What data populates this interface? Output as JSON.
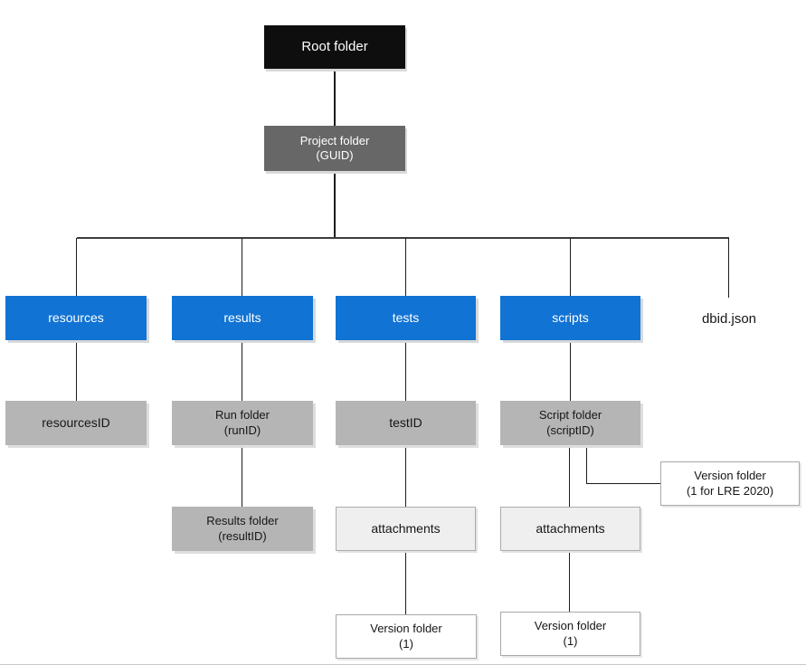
{
  "diagram": {
    "description": "Folder structure tree diagram",
    "colors": {
      "root_bg": "#0e0e0e",
      "project_bg": "#676767",
      "blue_bg": "#1173d4",
      "gray_bg": "#b5b5b5",
      "light_bg": "#efefef",
      "white_bg": "#ffffff",
      "line": "#1c1c1c",
      "text_on_dark": "#ffffff",
      "text_on_light": "#161616"
    },
    "nodes": {
      "root_folder": {
        "label": "Root folder"
      },
      "project_folder": {
        "label": "Project folder",
        "sub": "(GUID)"
      },
      "resources": {
        "label": "resources"
      },
      "results": {
        "label": "results"
      },
      "tests": {
        "label": "tests"
      },
      "scripts": {
        "label": "scripts"
      },
      "dbid_json": {
        "label": "dbid.json"
      },
      "resources_id": {
        "label": "resourcesID"
      },
      "run_folder": {
        "label": "Run folder",
        "sub": "(runID)"
      },
      "test_id": {
        "label": "testID"
      },
      "script_folder": {
        "label": "Script folder",
        "sub": "(scriptID)"
      },
      "version_folder_lre": {
        "label": "Version folder",
        "sub": "(1 for LRE 2020)"
      },
      "results_folder": {
        "label": "Results folder",
        "sub": "(resultID)"
      },
      "attachments_tests": {
        "label": "attachments"
      },
      "attachments_scripts": {
        "label": "attachments"
      },
      "version_folder_tests": {
        "label": "Version folder",
        "sub": "(1)"
      },
      "version_folder_scripts": {
        "label": "Version folder",
        "sub": "(1)"
      }
    },
    "edges": [
      "root_folder > project_folder",
      "project_folder > resources",
      "project_folder > results",
      "project_folder > tests",
      "project_folder > scripts",
      "project_folder > dbid_json",
      "resources > resources_id",
      "results > run_folder",
      "tests > test_id",
      "scripts > script_folder",
      "run_folder > results_folder",
      "test_id > attachments_tests",
      "script_folder > attachments_scripts",
      "script_folder > version_folder_lre",
      "attachments_tests > version_folder_tests",
      "attachments_scripts > version_folder_scripts"
    ]
  }
}
